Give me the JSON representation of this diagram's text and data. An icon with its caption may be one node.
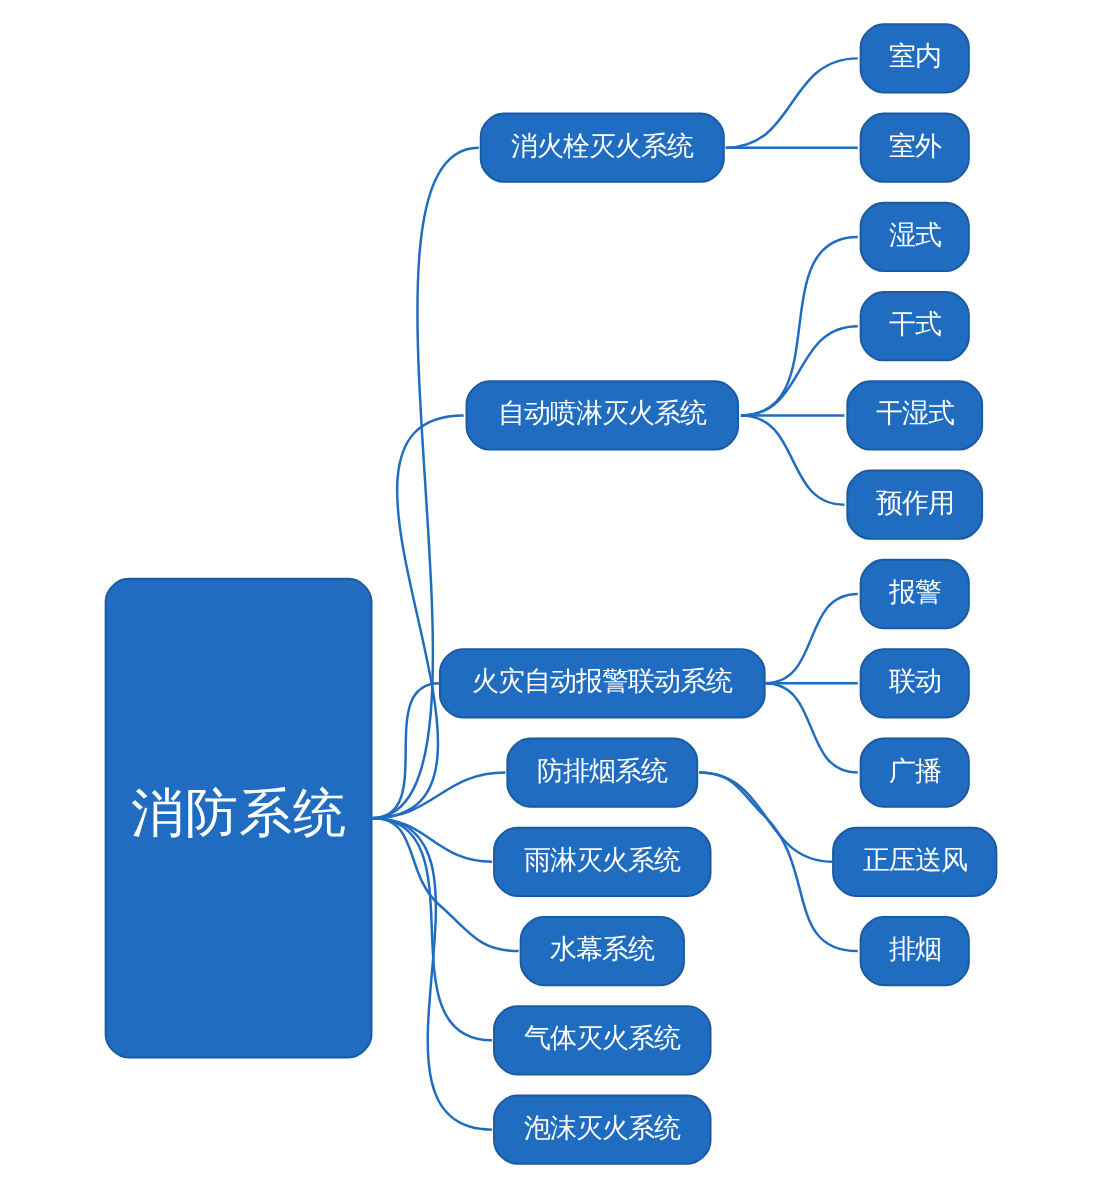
{
  "diagram": {
    "nodes": [
      {
        "text": [
          "消防系统"
        ]
      },
      {
        "text": [
          "消火栓灭火系统"
        ]
      },
      {
        "text": [
          "室内"
        ]
      },
      {
        "text": [
          "室外"
        ]
      },
      {
        "text": [
          "自动喷淋灭火系统"
        ]
      },
      {
        "text": [
          "湿式"
        ]
      },
      {
        "text": [
          "干式"
        ]
      },
      {
        "text": [
          "干湿式"
        ]
      },
      {
        "text": [
          "预作用"
        ]
      },
      {
        "text": [
          "火灾自动报警联动系统"
        ]
      },
      {
        "text": [
          "报警"
        ]
      },
      {
        "text": [
          "联动"
        ]
      },
      {
        "text": [
          "广播"
        ]
      },
      {
        "text": [
          "防排烟系统"
        ]
      },
      {
        "text": [
          "正压送风"
        ]
      },
      {
        "text": [
          "排烟"
        ]
      },
      {
        "text": [
          "雨淋灭火系统"
        ]
      },
      {
        "text": [
          "水幕系统"
        ]
      },
      {
        "text": [
          "气体灭火系统"
        ]
      },
      {
        "text": [
          "泡沫灭火系统"
        ]
      }
    ],
    "edges": [
      {
        "from": 0,
        "to": 1,
        "arrow": "none"
      },
      {
        "from": 0,
        "to": 4,
        "arrow": "none"
      },
      {
        "from": 0,
        "to": 9,
        "arrow": "none"
      },
      {
        "from": 0,
        "to": 13,
        "arrow": "none"
      },
      {
        "from": 0,
        "to": 16,
        "arrow": "none"
      },
      {
        "from": 0,
        "to": 17,
        "arrow": "none"
      },
      {
        "from": 0,
        "to": 18,
        "arrow": "none"
      },
      {
        "from": 0,
        "to": 19,
        "arrow": "none"
      },
      {
        "from": 1,
        "to": 2,
        "arrow": "none"
      },
      {
        "from": 1,
        "to": 3,
        "arrow": "none"
      },
      {
        "from": 4,
        "to": 5,
        "arrow": "none"
      },
      {
        "from": 4,
        "to": 6,
        "arrow": "none"
      },
      {
        "from": 4,
        "to": 7,
        "arrow": "none"
      },
      {
        "from": 4,
        "to": 8,
        "arrow": "none"
      },
      {
        "from": 9,
        "to": 10,
        "arrow": "none"
      },
      {
        "from": 9,
        "to": 11,
        "arrow": "none"
      },
      {
        "from": 9,
        "to": 12,
        "arrow": "none"
      },
      {
        "from": 13,
        "to": 14,
        "arrow": "none"
      },
      {
        "from": 13,
        "to": 15,
        "arrow": "none"
      }
    ]
  }
}
